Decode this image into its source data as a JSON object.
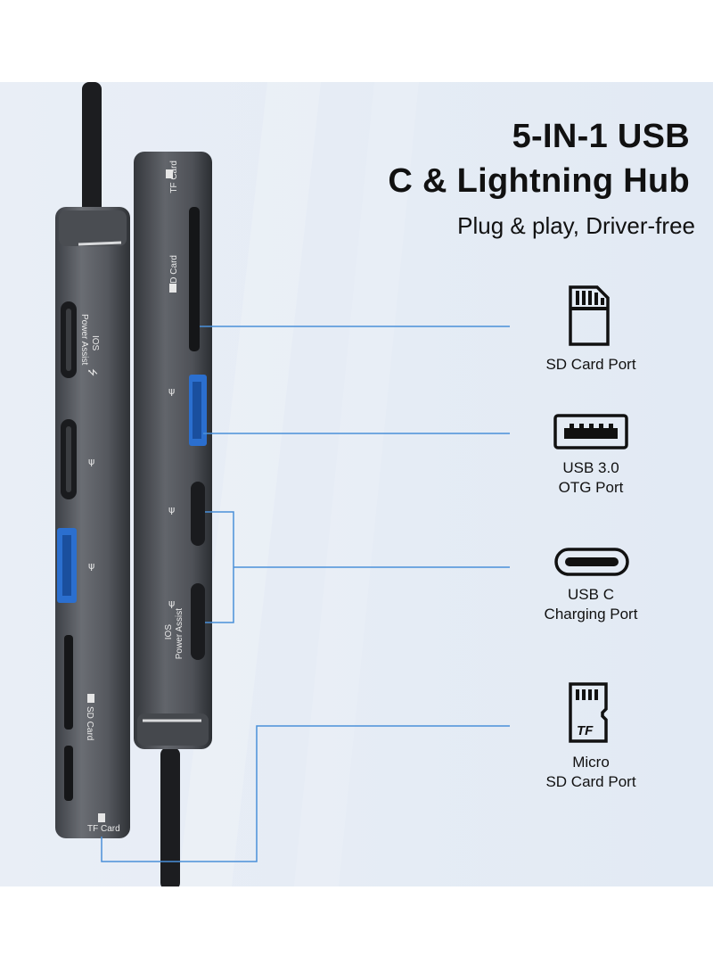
{
  "heading": {
    "line1": "5-IN-1 USB",
    "line2": "C & Lightning Hub",
    "tagline": "Plug & play, Driver-free"
  },
  "features": [
    {
      "icon": "sd-card-icon",
      "lines": [
        "SD Card Port"
      ]
    },
    {
      "icon": "usb-a-port-icon",
      "lines": [
        "USB 3.0",
        "OTG Port"
      ]
    },
    {
      "icon": "usb-c-port-icon",
      "lines": [
        "USB C",
        "Charging Port"
      ]
    },
    {
      "icon": "micro-sd-card-icon",
      "lines": [
        "Micro",
        "SD Card Port"
      ]
    }
  ],
  "product_labels": {
    "ios_power_assist_line1": "IOS",
    "ios_power_assist_line2": "Power Assist",
    "sd_card": "SD Card",
    "tf_card": "TF Card",
    "tf_icon_text": "TF"
  },
  "colors": {
    "background": "#e4ebf4",
    "callout_line": "#4a90d9",
    "hub_body": "#5d6066",
    "usb3_accent": "#2b6fcf"
  }
}
